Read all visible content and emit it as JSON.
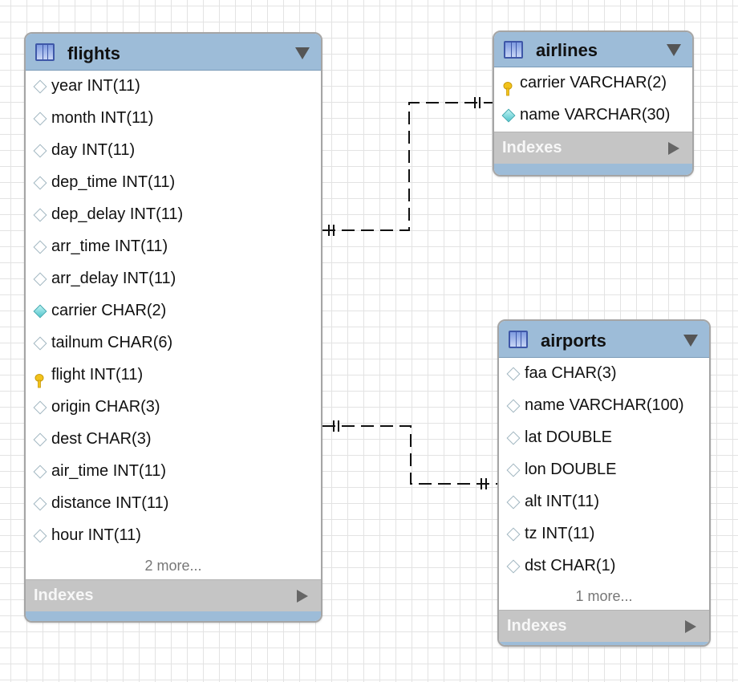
{
  "tables": {
    "flights": {
      "title": "flights",
      "columns": [
        {
          "text": "year INT(11)",
          "icon": "column-icon"
        },
        {
          "text": "month INT(11)",
          "icon": "column-icon"
        },
        {
          "text": "day INT(11)",
          "icon": "column-icon"
        },
        {
          "text": "dep_time INT(11)",
          "icon": "column-icon"
        },
        {
          "text": "dep_delay INT(11)",
          "icon": "column-icon"
        },
        {
          "text": "arr_time INT(11)",
          "icon": "column-icon"
        },
        {
          "text": "arr_delay INT(11)",
          "icon": "column-icon"
        },
        {
          "text": "carrier CHAR(2)",
          "icon": "foreign-key-icon"
        },
        {
          "text": "tailnum CHAR(6)",
          "icon": "column-icon"
        },
        {
          "text": "flight INT(11)",
          "icon": "primary-key-icon"
        },
        {
          "text": "origin CHAR(3)",
          "icon": "column-icon"
        },
        {
          "text": "dest CHAR(3)",
          "icon": "column-icon"
        },
        {
          "text": "air_time INT(11)",
          "icon": "column-icon"
        },
        {
          "text": "distance INT(11)",
          "icon": "column-icon"
        },
        {
          "text": "hour INT(11)",
          "icon": "column-icon"
        }
      ],
      "more": "2 more...",
      "indexes_label": "Indexes"
    },
    "airlines": {
      "title": "airlines",
      "columns": [
        {
          "text": "carrier VARCHAR(2)",
          "icon": "primary-key-icon"
        },
        {
          "text": "name VARCHAR(30)",
          "icon": "foreign-key-icon"
        }
      ],
      "indexes_label": "Indexes"
    },
    "airports": {
      "title": "airports",
      "columns": [
        {
          "text": "faa CHAR(3)",
          "icon": "column-icon"
        },
        {
          "text": "name VARCHAR(100)",
          "icon": "column-icon"
        },
        {
          "text": "lat DOUBLE",
          "icon": "column-icon"
        },
        {
          "text": "lon DOUBLE",
          "icon": "column-icon"
        },
        {
          "text": "alt INT(11)",
          "icon": "column-icon"
        },
        {
          "text": "tz INT(11)",
          "icon": "column-icon"
        },
        {
          "text": "dst CHAR(1)",
          "icon": "column-icon"
        }
      ],
      "more": "1 more...",
      "indexes_label": "Indexes"
    }
  },
  "relationships": [
    {
      "from": "flights",
      "to": "airlines",
      "style": "dashed",
      "cardinality": "one-to-one"
    },
    {
      "from": "flights",
      "to": "airports",
      "style": "dashed",
      "cardinality": "one-to-one"
    }
  ],
  "colors": {
    "header": "#9dbcd8",
    "indexes_bar": "#c5c5c5",
    "table_border": "#a5a5a5",
    "grid": "#e3e3e3",
    "key_icon": "#f2c21b",
    "foreign_key_icon": "#52c5cc"
  }
}
